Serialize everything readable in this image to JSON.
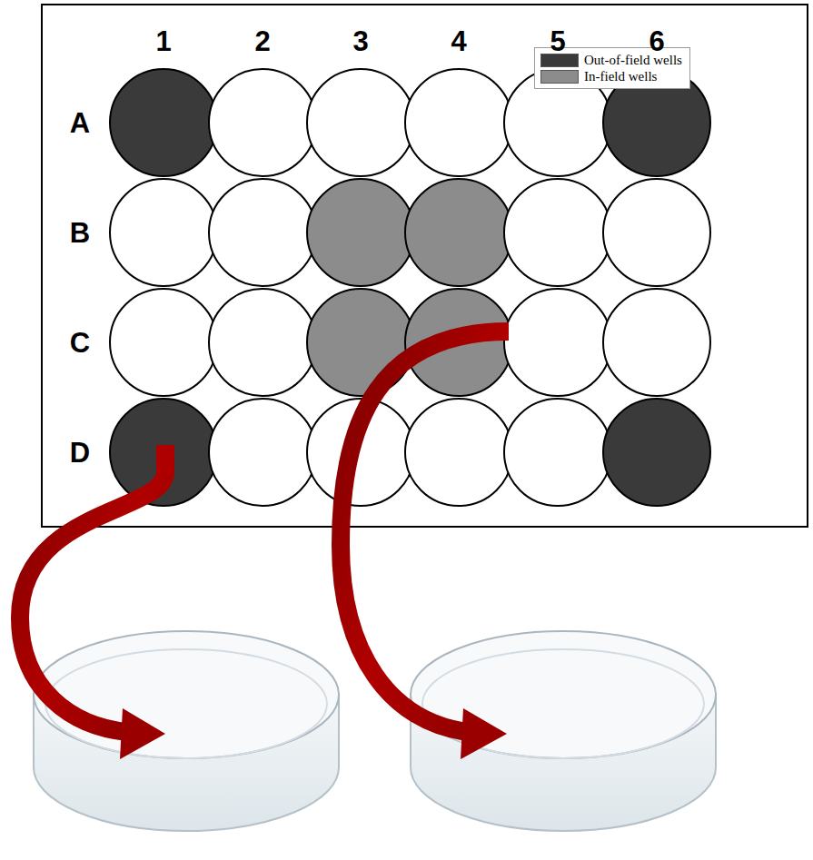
{
  "diagram": {
    "labels": [
      "1",
      "2",
      "3",
      "4",
      "5",
      "6",
      "A",
      "B",
      "C",
      "D"
    ],
    "legend": [
      {
        "text": "Out-of-field wells",
        "color": "#3a3a3a"
      },
      {
        "text": "In-field wells",
        "color": "#8c8c8c"
      }
    ]
  }
}
